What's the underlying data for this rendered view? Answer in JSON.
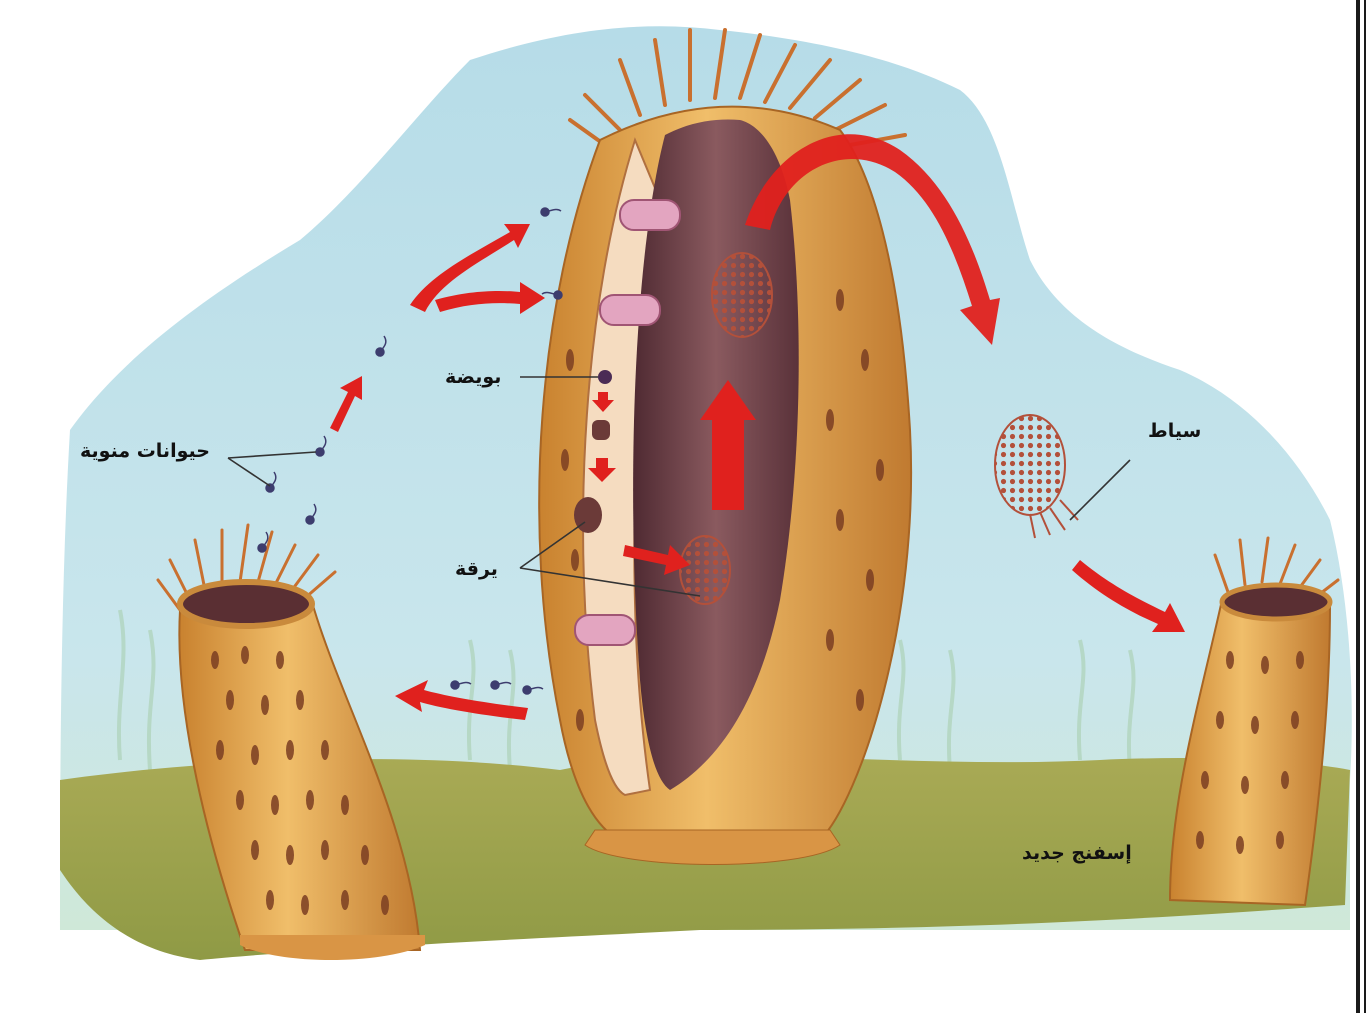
{
  "labels": {
    "sperm": "حيوانات منوية",
    "egg": "بويضة",
    "larva": "يرقة",
    "cilia": "سياط",
    "new_sponge": "إسفنج جديد"
  },
  "colors": {
    "water": "#bfe0ea",
    "ground": "#a6a74e",
    "sponge_body": "#e3a24e",
    "sponge_inner": "#6e3f46",
    "arrow": "#e0211e"
  }
}
